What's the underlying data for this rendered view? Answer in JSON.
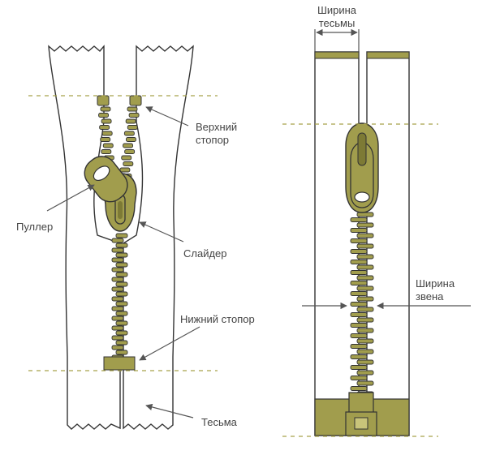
{
  "labels": {
    "top_stop": [
      "Верхний",
      "стопор"
    ],
    "puller": "Пуллер",
    "slider": "Слайдер",
    "bottom_stop": "Нижний стопор",
    "tape": "Тесьма",
    "tape_width": [
      "Ширина",
      "тесьмы"
    ],
    "tooth_width": [
      "Ширина",
      "звена"
    ]
  },
  "colors": {
    "metal": "#a19d4d",
    "metal_dark": "#7d7a35",
    "outline": "#333333",
    "guide": "#a8a24a",
    "arrow": "#555555",
    "tape_fill": "#ffffff"
  }
}
